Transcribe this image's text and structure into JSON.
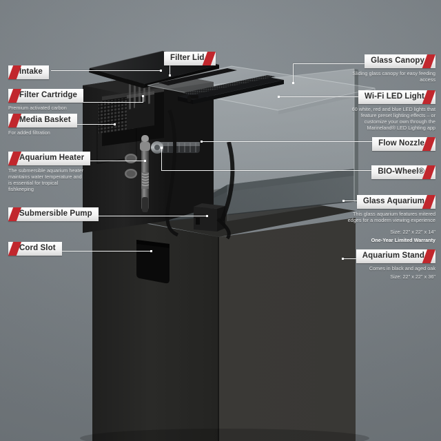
{
  "scene": {
    "background_color": "#7f868b",
    "accent_color": "#c1272d",
    "badge_text_color": "#2b2b2b",
    "leader_color": "#f3f4f4"
  },
  "left_callouts": [
    {
      "id": "intake",
      "title": "Intake",
      "sub": ""
    },
    {
      "id": "filter-cartridge",
      "title": "Filter Cartridge",
      "sub": "Premium activated carbon"
    },
    {
      "id": "media-basket",
      "title": "Media Basket",
      "sub": "For added filtration"
    },
    {
      "id": "aquarium-heater",
      "title": "Aquarium Heater",
      "sub": "The submersible aquarium heater maintains water temperature and is essential for tropical fishkeeping"
    },
    {
      "id": "submersible-pump",
      "title": "Submersible Pump",
      "sub": ""
    },
    {
      "id": "cord-slot",
      "title": "Cord Slot",
      "sub": ""
    }
  ],
  "top_callouts": [
    {
      "id": "filter-lid",
      "title": "Filter Lid",
      "sub": ""
    }
  ],
  "right_callouts": [
    {
      "id": "glass-canopy",
      "title": "Glass Canopy",
      "sub": "Sliding glass canopy for easy feeding access"
    },
    {
      "id": "wifi-led-light",
      "title": "Wi-Fi LED Light",
      "sub": "60 white, red and blue LED lights that feature preset lighting effects – or customize your own through the Marineland® LED Lighting app"
    },
    {
      "id": "flow-nozzle",
      "title": "Flow Nozzle",
      "sub": ""
    },
    {
      "id": "bio-wheel",
      "title": "BIO-Wheel®",
      "sub": ""
    },
    {
      "id": "glass-aquarium",
      "title": "Glass Aquarium",
      "sub": "This glass aquarium features mitered edges for a modern viewing experience",
      "size": "Size: 22\" x 22\" x 14\"",
      "warranty": "One-Year Limited Warranty"
    },
    {
      "id": "aquarium-stand",
      "title": "Aquarium Stand",
      "sub": "Comes in black and aged oak",
      "size": "Size: 22\" x 22\" x 36\""
    }
  ]
}
